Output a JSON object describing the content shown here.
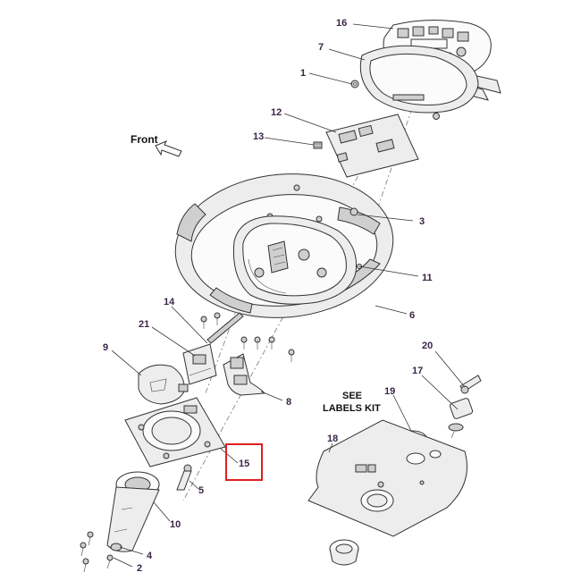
{
  "callouts": {
    "c16": "16",
    "c7": "7",
    "c1": "1",
    "c12": "12",
    "c13": "13",
    "c3": "3",
    "c11": "11",
    "c6": "6",
    "c14": "14",
    "c21": "21",
    "c9": "9",
    "c8": "8",
    "c15": "15",
    "c5": "5",
    "c10": "10",
    "c4": "4",
    "c2": "2",
    "c20": "20",
    "c17": "17",
    "c19": "19",
    "c18": "18"
  },
  "labels": {
    "front": "Front",
    "see_line1": "SEE",
    "see_line2": "LABELS KIT"
  },
  "highlight": {
    "callout": "15",
    "color": "#e01f1f"
  },
  "colors": {
    "callout_text": "#3a2547",
    "line_art": "#333333"
  }
}
